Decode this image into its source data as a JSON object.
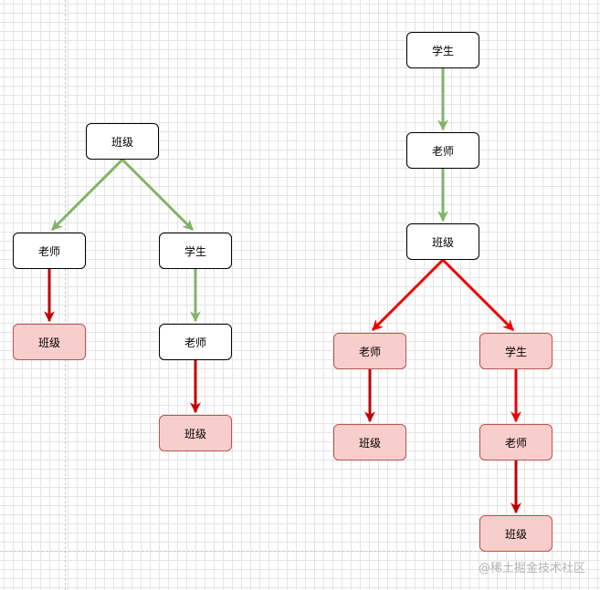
{
  "labels": {
    "banji": "班级",
    "laoshi": "老师",
    "xuesheng": "学生"
  },
  "colors": {
    "green_edge": "#82b366",
    "dark_red_edge": "#c00000",
    "red_edge": "#ee0000",
    "pink_fill": "#f8cecc",
    "pink_border": "#b85450"
  },
  "watermark": "@稀土掘金技术社区"
}
